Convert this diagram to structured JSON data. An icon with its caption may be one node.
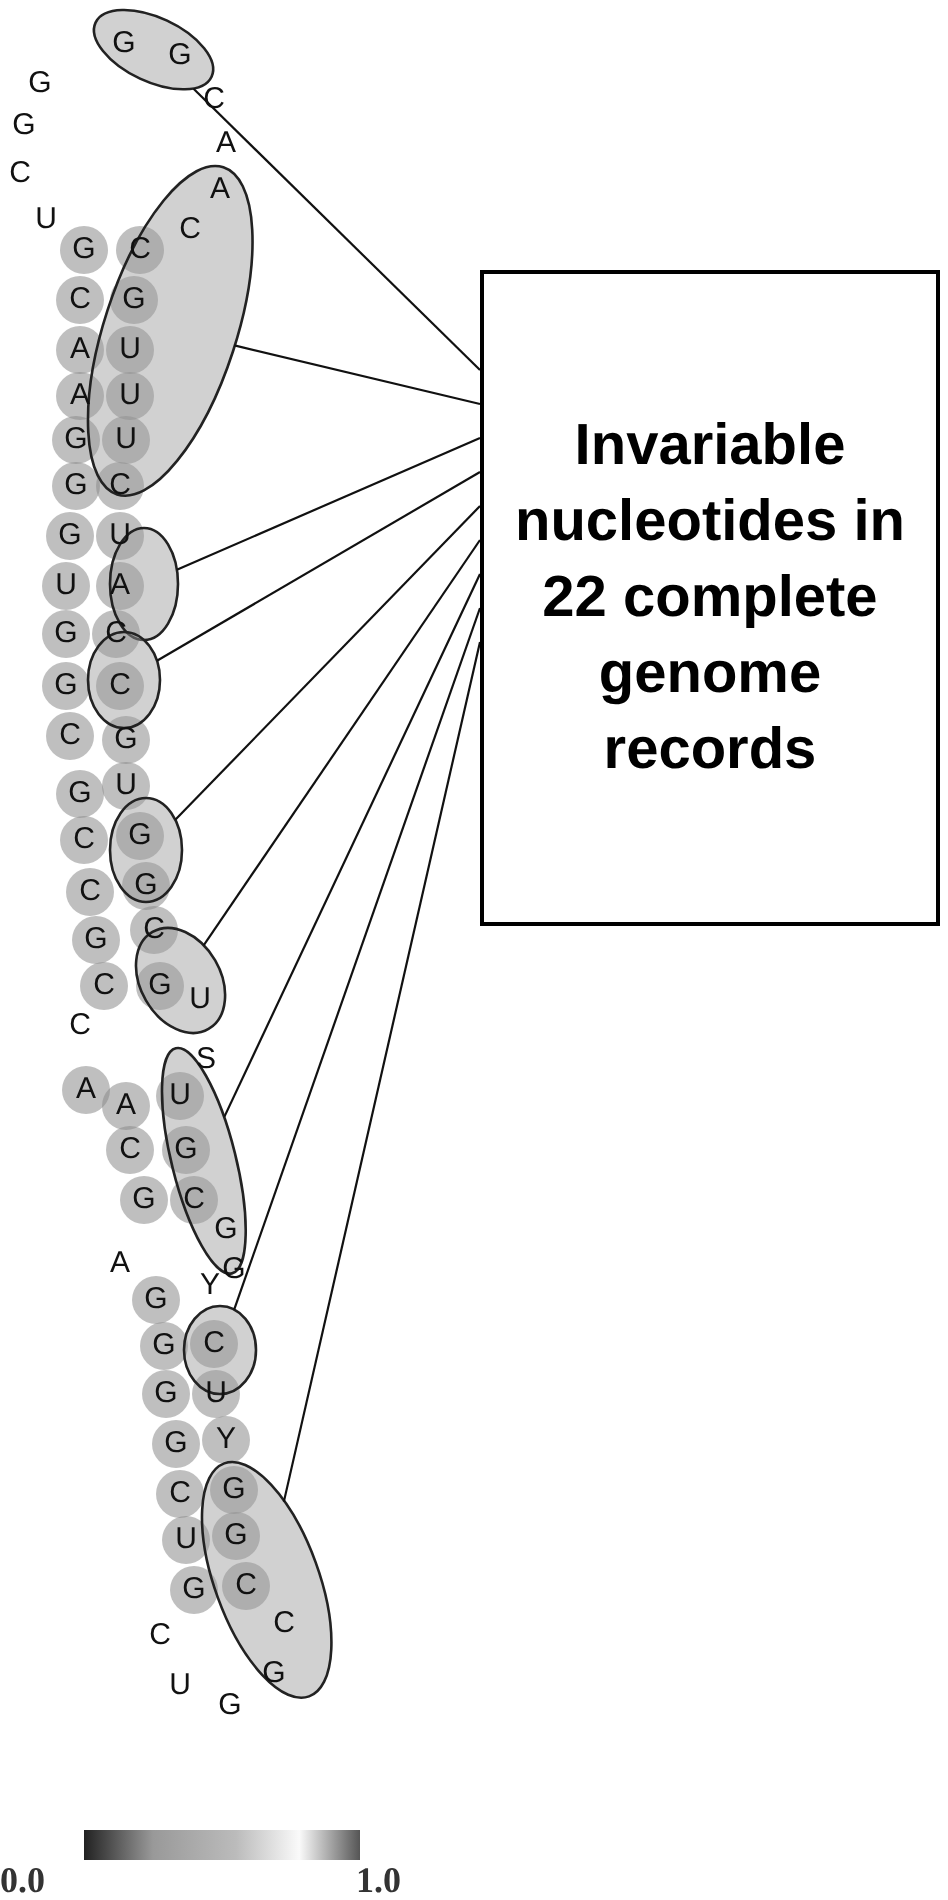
{
  "diagram": {
    "nodes": [
      {
        "text": [
          "Invariable nucleotides in 22 complete genome records"
        ]
      },
      {
        "text": [],
        "shape": "ellipse"
      },
      {
        "text": [],
        "shape": "ellipse"
      },
      {
        "text": [],
        "shape": "ellipse"
      },
      {
        "text": [],
        "shape": "ellipse"
      },
      {
        "text": [],
        "shape": "ellipse"
      },
      {
        "text": [],
        "shape": "ellipse"
      },
      {
        "text": [],
        "shape": "ellipse"
      },
      {
        "text": [],
        "shape": "ellipse"
      },
      {
        "text": [],
        "shape": "ellipse"
      }
    ],
    "edges": [
      {
        "from": 0,
        "to": 1,
        "arrow": "none"
      },
      {
        "from": 0,
        "to": 2,
        "arrow": "none"
      },
      {
        "from": 0,
        "to": 3,
        "arrow": "none"
      },
      {
        "from": 0,
        "to": 4,
        "arrow": "none"
      },
      {
        "from": 0,
        "to": 5,
        "arrow": "none"
      },
      {
        "from": 0,
        "to": 6,
        "arrow": "none"
      },
      {
        "from": 0,
        "to": 7,
        "arrow": "none"
      },
      {
        "from": 0,
        "to": 8,
        "arrow": "none"
      },
      {
        "from": 0,
        "to": 9,
        "arrow": "none"
      }
    ],
    "labels": [
      "G",
      "G",
      "G",
      "C",
      "G",
      "A",
      "C",
      "A",
      "U",
      "C",
      "G",
      "C",
      "C",
      "G",
      "A",
      "U",
      "A",
      "U",
      "G",
      "U",
      "G",
      "C",
      "G",
      "U",
      "U",
      "A",
      "G",
      "C",
      "G",
      "C",
      "C",
      "G",
      "G",
      "U",
      "C",
      "G",
      "C",
      "G",
      "G",
      "C",
      "C",
      "G",
      "U",
      "C",
      "S",
      "A",
      "A",
      "U",
      "C",
      "G",
      "G",
      "C",
      "G",
      "A",
      "G",
      "Y",
      "G",
      "G",
      "C",
      "G",
      "U",
      "G",
      "Y",
      "C",
      "G",
      "U",
      "G",
      "G",
      "C",
      "C",
      "C",
      "G",
      "U",
      "G",
      "0.0",
      "1.0"
    ]
  }
}
